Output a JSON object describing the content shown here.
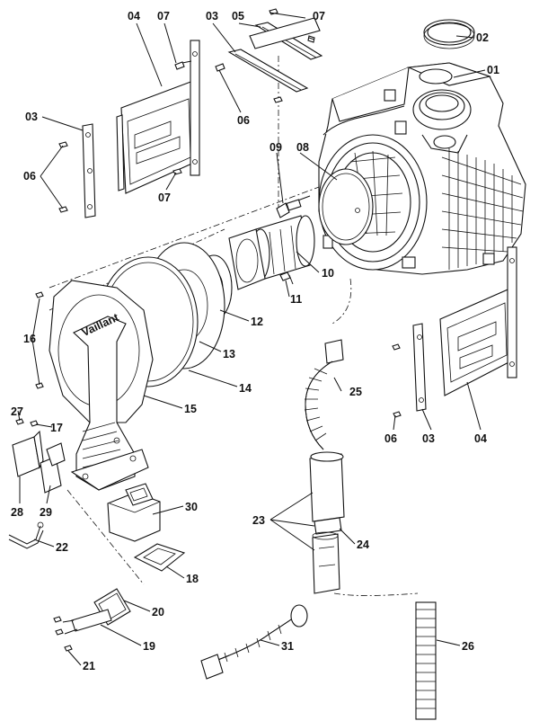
{
  "labels": {
    "l01": "01",
    "l02": "02",
    "l03a": "03",
    "l03b": "03",
    "l03c": "03",
    "l04a": "04",
    "l04b": "04",
    "l05": "05",
    "l06a": "06",
    "l06b": "06",
    "l06c": "06",
    "l07a": "07",
    "l07b": "07",
    "l07c": "07",
    "l08": "08",
    "l09": "09",
    "l10": "10",
    "l11": "11",
    "l12": "12",
    "l13": "13",
    "l14": "14",
    "l15": "15",
    "l16": "16",
    "l17": "17",
    "l18": "18",
    "l19": "19",
    "l20": "20",
    "l21": "21",
    "l22": "22",
    "l23": "23",
    "l24": "24",
    "l25": "25",
    "l26": "26",
    "l27": "27",
    "l28": "28",
    "l29": "29",
    "l30": "30",
    "l31": "31"
  },
  "brand_logo": "Vaillant"
}
